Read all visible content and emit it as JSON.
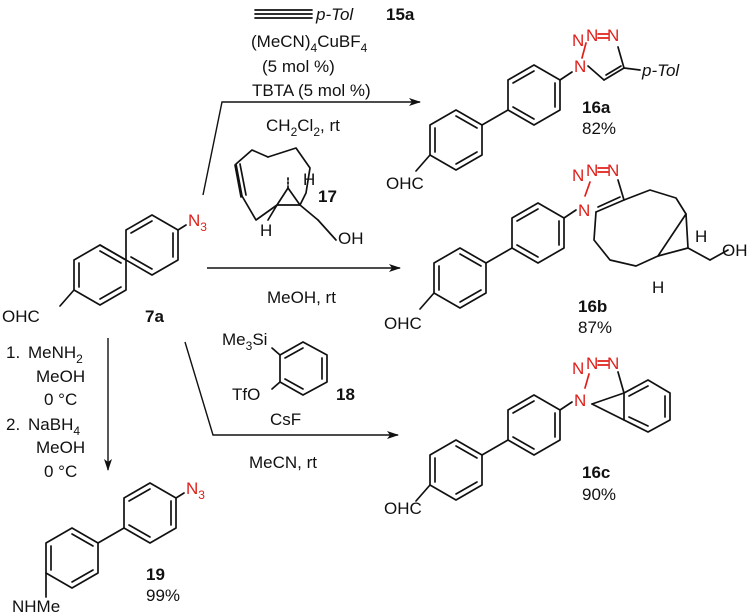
{
  "atoms": {
    "N3": "N",
    "N3_sub": "3",
    "N": "N",
    "H": "H",
    "OH": "OH",
    "OHC": "OHC",
    "NHMe": "NHMe"
  },
  "start": {
    "label": "7a"
  },
  "reagents_a": {
    "alkyne": "p-Tol",
    "alkyne_id": "15a",
    "cat_pre": "(MeCN)",
    "cat_sub": "4",
    "cat_post": "CuBF",
    "cat_sub2": "4",
    "cat_amount": "(5 mol %)",
    "ligand": "TBTA (5 mol %)",
    "solvent_pre": "CH",
    "solvent_sub1": "2",
    "solvent_mid": "Cl",
    "solvent_sub2": "2",
    "solvent_post": ", rt"
  },
  "reagents_b": {
    "compound_id": "17",
    "conditions": "MeOH, rt"
  },
  "reagents_c": {
    "tms_pre": "Me",
    "tms_sub": "3",
    "tms_post": "Si",
    "tfo": "TfO",
    "compound_id": "18",
    "fluoride": "CsF",
    "conditions": "MeCN, rt"
  },
  "reagents_d": {
    "step1_num": "1.",
    "step1_pre": "MeNH",
    "step1_sub": "2",
    "step1_solvent": "MeOH",
    "step1_temp": "0 °C",
    "step2_num": "2.",
    "step2_pre": "NaBH",
    "step2_sub": "4",
    "step2_solvent": "MeOH",
    "step2_temp": "0 °C"
  },
  "products": [
    {
      "id": "16a",
      "yield": "82%",
      "substituent": "p-Tol"
    },
    {
      "id": "16b",
      "yield": "87%"
    },
    {
      "id": "16c",
      "yield": "90%"
    },
    {
      "id": "19",
      "yield": "99%"
    }
  ]
}
